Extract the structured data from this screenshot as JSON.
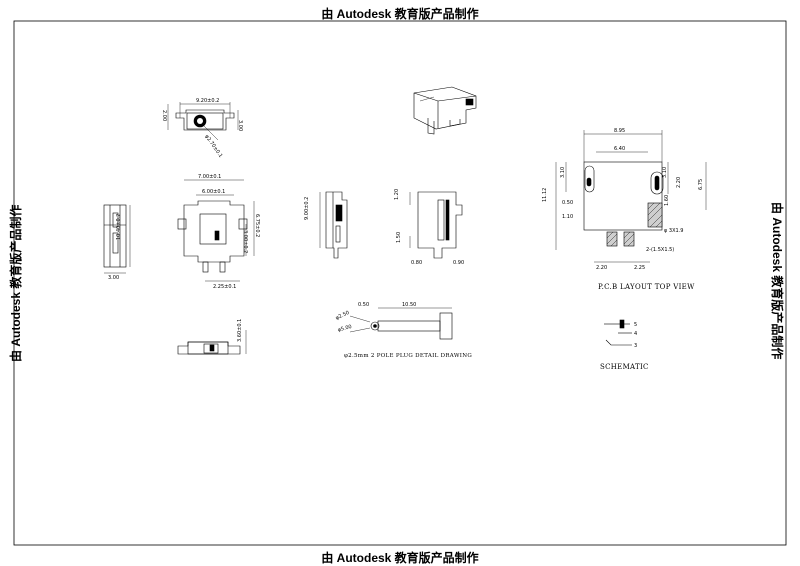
{
  "watermark": {
    "top": "由 Autodesk 教育版产品制作",
    "bottom": "由 Autodesk 教育版产品制作",
    "left": "由 Autodesk 教育版产品制作",
    "right": "由 Autodesk 教育版产品制作"
  },
  "views": {
    "top_front": {
      "width_dim": "9.20±0.2",
      "height_dim": "3.00",
      "left_dim": "2.00",
      "dia_dim": "φ2.70±0.1"
    },
    "front": {
      "w1": "7.00±0.1",
      "w2": "6.00±0.1",
      "h1": "6.75±0.2",
      "h2": "3.00±0.2",
      "b": "2.25±0.1"
    },
    "side_left": {
      "h": "10.40±0.2",
      "b": "3.00"
    },
    "side_mid": {
      "h": "9.00±0.2"
    },
    "side_right": {
      "t": "1.20",
      "h": "1.50",
      "b1": "0.80",
      "b2": "0.90"
    },
    "bottom": {
      "h": "3.60±0.1"
    }
  },
  "pcb": {
    "title": "P.C.B LAYOUT TOP VIEW",
    "d_895": "8.95",
    "d_640": "6.40",
    "d_310a": "3.10",
    "d_310b": "3.10",
    "d_220": "2.20",
    "d_675": "6.75",
    "d_050": "0.50",
    "d_160": "1.60",
    "d_1112": "11.12",
    "d_110": "1.10",
    "hole": "φ 3X1.9",
    "pad": "2-(1.5X1.5)",
    "b1": "2.20",
    "b2": "2.25"
  },
  "plug": {
    "caption": "φ2.5mm 2 POLE PLUG DETAIL DRAWING",
    "d1": "0.50",
    "d2": "10.50",
    "d3": "φ2.50",
    "d4": "φ5.00"
  },
  "schematic": {
    "title": "SCHEMATIC",
    "pins": [
      "5",
      "4",
      "3"
    ]
  }
}
